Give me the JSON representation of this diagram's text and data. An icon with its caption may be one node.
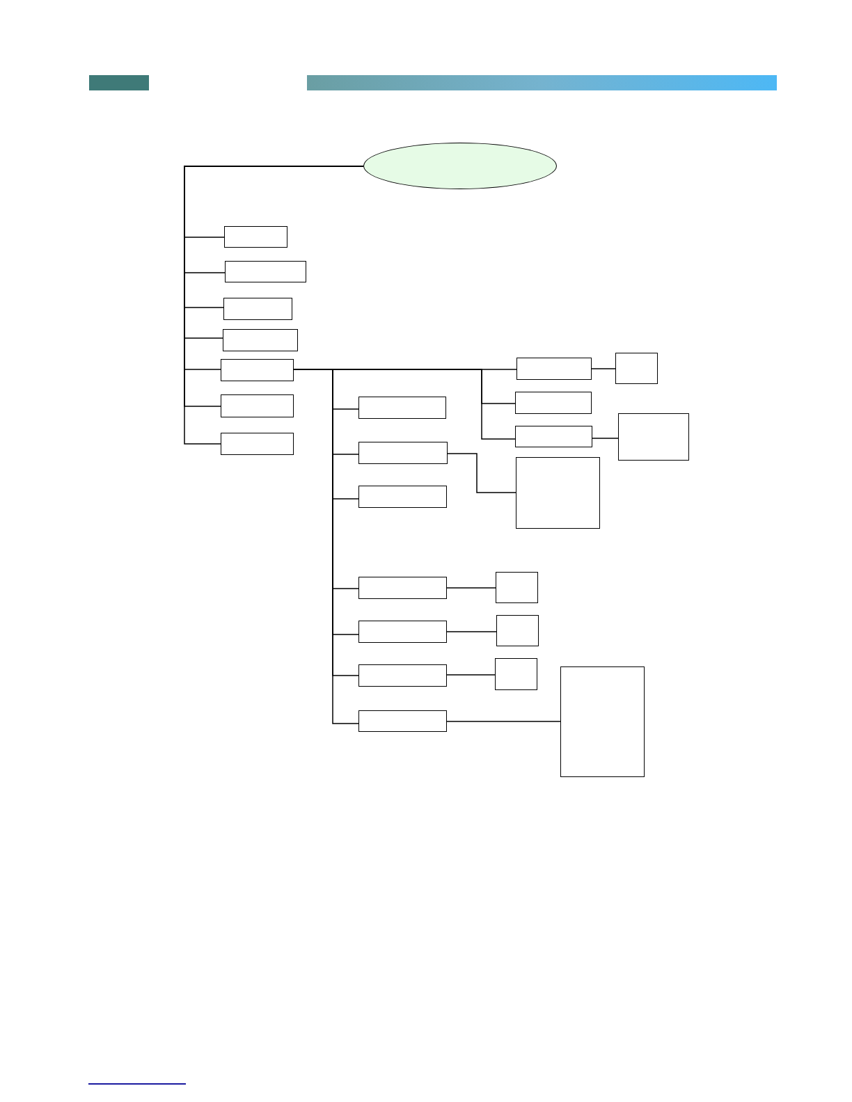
{
  "diagram": {
    "nodes": [
      {
        "text": [],
        "shape": "ellipse"
      },
      {
        "text": [],
        "shape": "box"
      },
      {
        "text": [],
        "shape": "box"
      },
      {
        "text": [],
        "shape": "box"
      },
      {
        "text": [],
        "shape": "box"
      },
      {
        "text": [],
        "shape": "box"
      },
      {
        "text": [],
        "shape": "box"
      },
      {
        "text": [],
        "shape": "box"
      },
      {
        "text": [],
        "shape": "box"
      },
      {
        "text": [],
        "shape": "box"
      },
      {
        "text": [],
        "shape": "box"
      },
      {
        "text": [],
        "shape": "box"
      },
      {
        "text": [],
        "shape": "box"
      },
      {
        "text": [],
        "shape": "box"
      },
      {
        "text": [],
        "shape": "box"
      },
      {
        "text": [],
        "shape": "box"
      },
      {
        "text": [],
        "shape": "box"
      },
      {
        "text": [],
        "shape": "box"
      },
      {
        "text": [],
        "shape": "box"
      },
      {
        "text": [],
        "shape": "box"
      },
      {
        "text": [],
        "shape": "box"
      },
      {
        "text": [],
        "shape": "box"
      },
      {
        "text": [],
        "shape": "box"
      },
      {
        "text": [],
        "shape": "box"
      },
      {
        "text": [],
        "shape": "box"
      }
    ],
    "edges": [
      {
        "from": 0,
        "to": 1,
        "arrow": "none"
      },
      {
        "from": 0,
        "to": 2,
        "arrow": "none"
      },
      {
        "from": 0,
        "to": 3,
        "arrow": "none"
      },
      {
        "from": 0,
        "to": 4,
        "arrow": "none"
      },
      {
        "from": 0,
        "to": 5,
        "arrow": "none"
      },
      {
        "from": 0,
        "to": 6,
        "arrow": "none"
      },
      {
        "from": 0,
        "to": 7,
        "arrow": "none"
      },
      {
        "from": 5,
        "to": 8,
        "arrow": "none"
      },
      {
        "from": 8,
        "to": 9,
        "arrow": "none"
      },
      {
        "from": 5,
        "to": 10,
        "arrow": "none"
      },
      {
        "from": 5,
        "to": 11,
        "arrow": "none"
      },
      {
        "from": 11,
        "to": 12,
        "arrow": "none"
      },
      {
        "from": 5,
        "to": 13,
        "arrow": "none"
      },
      {
        "from": 5,
        "to": 14,
        "arrow": "none"
      },
      {
        "from": 14,
        "to": 15,
        "arrow": "none"
      },
      {
        "from": 5,
        "to": 16,
        "arrow": "none"
      },
      {
        "from": 5,
        "to": 17,
        "arrow": "none"
      },
      {
        "from": 17,
        "to": 18,
        "arrow": "none"
      },
      {
        "from": 5,
        "to": 19,
        "arrow": "none"
      },
      {
        "from": 19,
        "to": 20,
        "arrow": "none"
      },
      {
        "from": 5,
        "to": 21,
        "arrow": "none"
      },
      {
        "from": 21,
        "to": 22,
        "arrow": "none"
      },
      {
        "from": 5,
        "to": 23,
        "arrow": "none"
      },
      {
        "from": 23,
        "to": 24,
        "arrow": "none"
      }
    ]
  }
}
